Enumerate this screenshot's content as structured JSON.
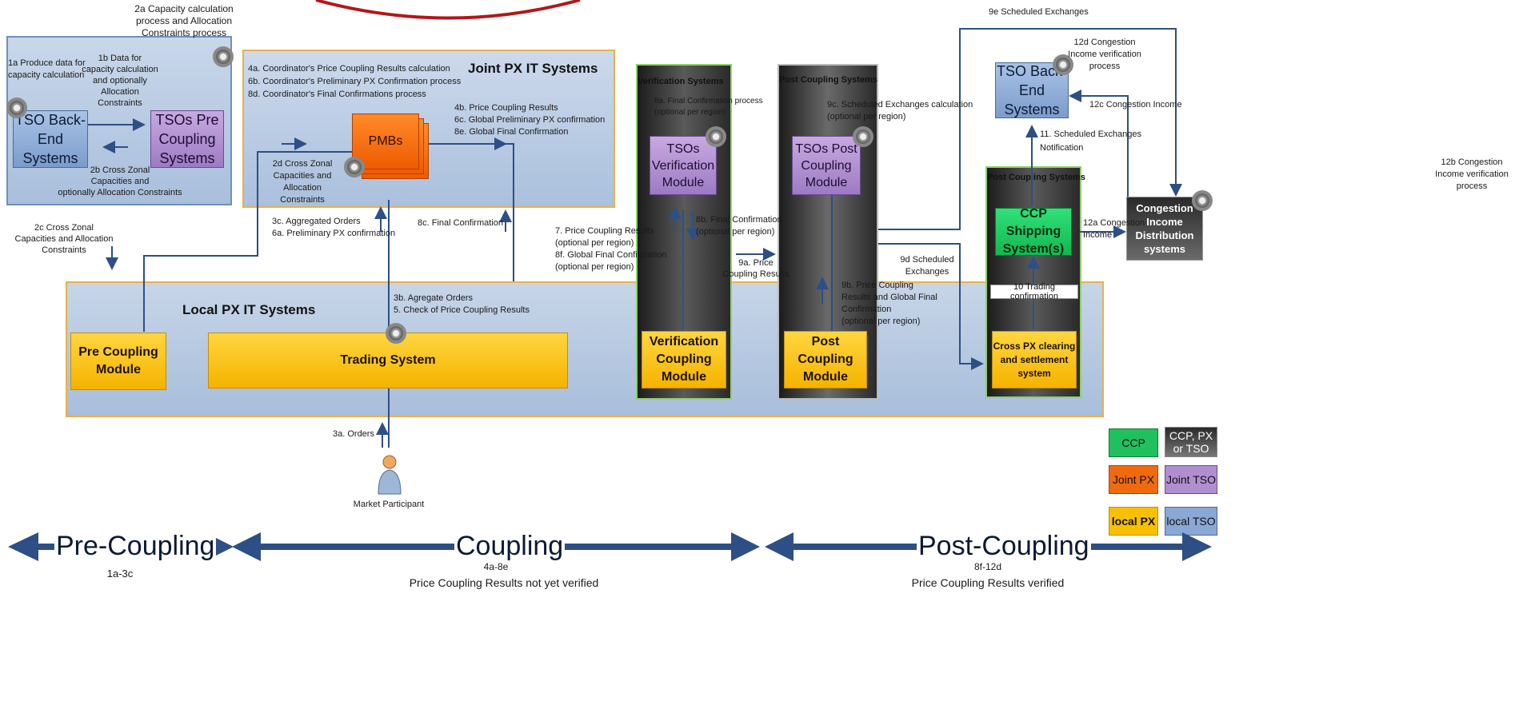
{
  "panels": {
    "joint_px_title": "Joint PX IT Systems",
    "local_px_title": "Local PX IT Systems",
    "verification_title": "Verification Systems",
    "post_coupling_title": "Post Coupling Systems",
    "post_coupling_title2": "Post Coupling Systems"
  },
  "boxes": {
    "tso_backend_left": "TSO Back-End\nSystems",
    "tsos_pre_coupling": "TSOs Pre\nCoupling\nSystems",
    "pmbs": "PMBs",
    "tsos_verification": "TSOs\nVerification\nModule",
    "tsos_post_coupling": "TSOs Post\nCoupling\nModule",
    "tso_backend_right": "TSO Back-End\nSystems",
    "ccp_shipping": "CCP Shipping\nSystem(s)",
    "congestion_income": "Congestion\nIncome\nDistribution\nsystems",
    "pre_coupling_module": "Pre Coupling\nModule",
    "trading_system": "Trading System",
    "verification_coupling": "Verification\nCoupling\nModule",
    "post_coupling_module": "Post Coupling\nModule",
    "cross_px": "Cross PX clearing\nand settlement\nsystem",
    "trading_confirmation": "10 Trading confirmation"
  },
  "labels": {
    "l2a": "2a Capacity calculation\nprocess and Allocation\nConstraints process",
    "l1a": "1a Produce data for\ncapacity calculation",
    "l1b": "1b Data for\ncapacity calculation\nand optionally\nAllocation\nConstraints",
    "l2b": "2b Cross Zonal\nCapacities and\noptionally Allocation Constraints",
    "l2c": "2c Cross Zonal\nCapacities and Allocation\nConstraints",
    "l4a": "4a. Coordinator's Price Coupling Results calculation\n6b. Coordinator's Preliminary  PX Confirmation process\n8d. Coordinator's Final Confirmations process",
    "l4b": "4b. Price Coupling Results\n6c. Global Preliminary PX confirmation\n8e. Global Final Confirmation",
    "l2d": "2d Cross Zonal\nCapacities and Allocation\nConstraints",
    "l3c": "3c. Aggregated Orders\n6a. Preliminary PX confirmation",
    "l8c": "8c.  Final Confirmation",
    "l3b": "3b. Agregate Orders\n5. Check of Price Coupling Results",
    "l3a": "3a. Orders",
    "market_participant": "Market Participant",
    "l7": "7. Price Coupling Results\n(optional per region)\n8f. Global Final Confirmation\n(optional per region)",
    "l8a": "8a. Final Confirmation process\n(optional per region)",
    "l8b": "8b. Final Confirmation\n(optional per region)",
    "l9a": "9a. Price\nCoupling Results",
    "l9c": "9c. Scheduled Exchanges calculation\n(optional per region)",
    "l9b": "9b. Price Coupling\nResults and Global Final\nConfirmation\n(optional per region)",
    "l9d": "9d Scheduled\nExchanges",
    "l9e": "9e Scheduled Exchanges",
    "l12d": "12d Congestion\nIncome verification\nprocess",
    "l12c": "12c Congestion Income",
    "l11": "11. Scheduled Exchanges\nNotification",
    "l12b": "12b Congestion\nIncome verification\nprocess",
    "l12a": "12a Congestion\nIncome"
  },
  "legend": {
    "ccp": "CCP",
    "ccp_px_tso": "CCP, PX\nor TSO",
    "joint_px": "Joint PX",
    "joint_tso": "Joint TSO",
    "local_px": "local PX",
    "local_tso": "local TSO"
  },
  "phases": {
    "pre": "Pre-Coupling",
    "pre_range": "1a-3c",
    "coupling": "Coupling",
    "coupling_range": "4a-8e",
    "coupling_note": "Price Coupling Results not yet verified",
    "post": "Post-Coupling",
    "post_range": "8f-12d",
    "post_note": "Price Coupling Results verified"
  },
  "colors": {
    "arrow": "#2d4f86",
    "ccp": "#21c05e",
    "joint_px": "#f06a10",
    "local_px": "#f7c000",
    "tso": "#8aa8d4",
    "joint_tso": "#b08fd0"
  }
}
